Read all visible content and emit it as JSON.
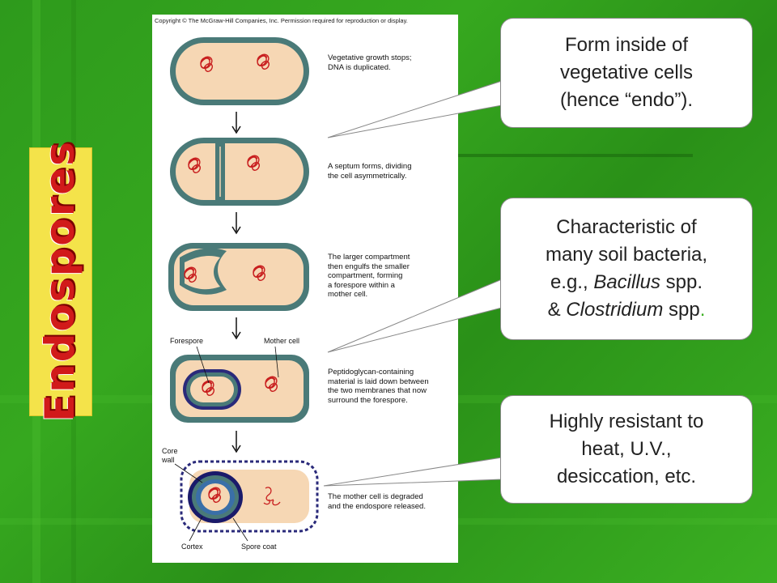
{
  "slide": {
    "title": "Endospores",
    "figure": {
      "copyright": "Copyright © The McGraw-Hill Companies, Inc. Permission required for reproduction or display.",
      "steps": [
        {
          "lines": [
            "Vegetative growth stops;",
            "DNA is duplicated."
          ]
        },
        {
          "lines": [
            "A septum forms, dividing",
            "the cell asymmetrically."
          ]
        },
        {
          "lines": [
            "The larger compartment",
            "then engulfs the smaller",
            "compartment, forming",
            "a forespore within a",
            "mother cell."
          ]
        },
        {
          "lines": [
            "Peptidoglycan-containing",
            "material is laid down between",
            "the two membranes that now",
            "surround the forespore."
          ]
        },
        {
          "lines": [
            "The mother cell is degraded",
            "and the endospore released."
          ]
        }
      ],
      "labels": {
        "forespore": "Forespore",
        "mother_cell": "Mother cell",
        "core": "Core",
        "wall": "wall",
        "cortex": "Cortex",
        "spore_coat": "Spore coat"
      }
    },
    "callouts": [
      {
        "line1": "Form inside of",
        "line2": "vegetative cells",
        "line3": "(hence “endo”)."
      },
      {
        "line1": "Characteristic of",
        "line2": "many soil bacteria,",
        "line3_a": "e.g., ",
        "line3_b": "Bacillus",
        "line3_c": " spp.",
        "line4_a": "& ",
        "line4_b": "Clostridium",
        "line4_c": " spp",
        "line4_d": "."
      },
      {
        "line1": "Highly resistant to",
        "line2": "heat, U.V.,",
        "line3": "desiccation, etc."
      }
    ],
    "colors": {
      "background": "#2e9a1c",
      "title_box": "#f4e34a",
      "title_text": "#d11a1a",
      "cell_wall": "#4a7a78",
      "cytoplasm": "#f6d7b4",
      "dna": "#c81e1e",
      "spore_coat": "#2a2a7a"
    }
  }
}
